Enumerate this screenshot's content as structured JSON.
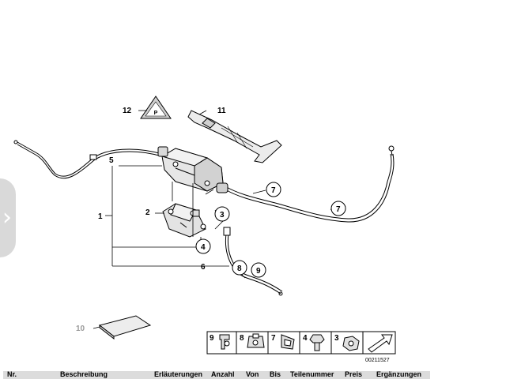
{
  "diagram": {
    "callouts": {
      "c1": "1",
      "c2": "2",
      "c3": "3",
      "c4": "4",
      "c5": "5",
      "c6": "6",
      "c7a": "7",
      "c7b": "7",
      "c8": "8",
      "c9": "9",
      "c10": "10",
      "c11": "11",
      "c12": "12"
    },
    "warning_label": "P",
    "legend": {
      "items": [
        {
          "num": "9",
          "icon": "cable-clip-icon"
        },
        {
          "num": "8",
          "icon": "cable-holder-icon"
        },
        {
          "num": "7",
          "icon": "grommet-clip-icon"
        },
        {
          "num": "4",
          "icon": "hex-bolt-icon"
        },
        {
          "num": "3",
          "icon": "hex-nut-icon"
        }
      ],
      "catalog_number": "00211527"
    }
  },
  "side_tab": {
    "icon": "chevron-right-icon",
    "glyph": "›"
  },
  "table": {
    "headers": [
      "Nr.",
      "Beschreibung",
      "Erläuterungen",
      "Anzahl",
      "Von",
      "Bis",
      "Teilenummer",
      "Preis",
      "Ergänzungen"
    ]
  },
  "colors": {
    "line": "#000000",
    "part_fill": "#e6e6e6",
    "tab": "#d9d9d9",
    "table_header": "#dcdcdc"
  }
}
